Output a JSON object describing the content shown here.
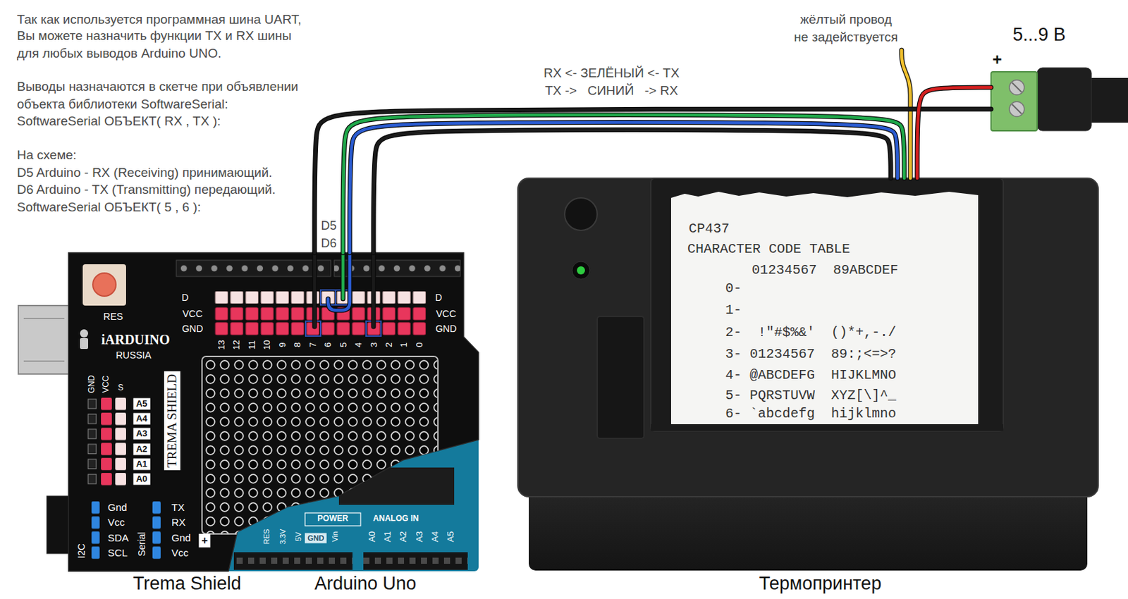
{
  "diagram": {
    "nodes": [
      {
        "text": [
          "Trema Shield"
        ]
      },
      {
        "text": [
          "Arduino Uno"
        ]
      },
      {
        "text": [
          "Термопринтер"
        ]
      },
      {
        "text": [
          "5...9 В"
        ]
      }
    ],
    "edges": [
      {
        "from": 2,
        "to": 0,
        "arrow": "none",
        "label": "RX <- ЗЕЛЁНЫЙ <- TX"
      },
      {
        "from": 2,
        "to": 0,
        "arrow": "none",
        "label": "TX ->   СИНИЙ   -> RX"
      },
      {
        "from": 2,
        "to": 0,
        "arrow": "none"
      },
      {
        "from": 3,
        "to": 0,
        "arrow": "none"
      },
      {
        "from": 3,
        "to": 2,
        "arrow": "none"
      }
    ],
    "labels": [
      "Так как используется программная шина UART,",
      "Вы можете назначить функции TX и RX шины",
      "для любых выводов Arduino UNO.",
      "Выводы назначаются в скетче при объявлении",
      "объекта библиотеки SoftwareSerial:",
      "SoftwareSerial ОБЪЕКТ( RX , TX ):",
      "На схеме:",
      "D5 Arduino - RX (Receiving) принимающий.",
      "D6 Arduino - TX (Transmitting) передающий.",
      "SoftwareSerial ОБЪЕКТ( 5 , 6 ):",
      "жёлтый провод",
      "не задействуется",
      "+",
      "D5",
      "D6",
      "RES",
      "iARDUINO",
      "RUSSIA",
      "TREMA SHIELD",
      "D",
      "VCC",
      "GND",
      "13",
      "12",
      "11",
      "10",
      "9",
      "8",
      "7",
      "6",
      "5",
      "4",
      "3",
      "2",
      "1",
      "0",
      "D",
      "VCC",
      "GND",
      "GND",
      "VCC",
      "S",
      "A5",
      "A4",
      "A3",
      "A2",
      "A1",
      "A0",
      "Gnd",
      "Vcc",
      "SDA",
      "SCL",
      "I2C",
      "TX",
      "RX",
      "Gnd",
      "Vcc",
      "Serial",
      "+",
      "POWER",
      "ANALOG IN",
      "RES",
      "3.3V",
      "5V",
      "GND",
      "Vin",
      "A0",
      "A1",
      "A2",
      "A3",
      "A4",
      "A5",
      "CP437",
      "CHARACTER CODE TABLE",
      "01234567  89ABCDEF",
      "0-",
      "1-",
      "2-  !\"#$%&'  ()*+,-./",
      "3- 01234567  89:;<=>?",
      "4- @ABCDEFG  HIJKLMNO",
      "5- PQRSTUVW  XYZ[\\]^_",
      "6- `abcdefg  hijklmno"
    ]
  }
}
